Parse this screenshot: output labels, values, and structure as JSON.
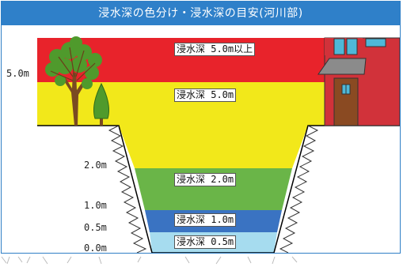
{
  "title": "浸水深の色分け・浸水深の目安(河川部)",
  "colors": {
    "title_bg": "#2f80c9",
    "over_5m": "#e8232b",
    "to_5m": "#f2e81a",
    "to_2m": "#6ab548",
    "to_1m": "#3a73c2",
    "to_0_5m": "#a6dcef"
  },
  "bands": [
    {
      "label": "浸水深 5.0m以上",
      "color": "#e8232b"
    },
    {
      "label": "浸水深 5.0m",
      "color": "#f2e81a"
    },
    {
      "label": "浸水深 2.0m",
      "color": "#6ab548"
    },
    {
      "label": "浸水深 1.0m",
      "color": "#3a73c2"
    },
    {
      "label": "浸水深 0.5m",
      "color": "#a6dcef"
    }
  ],
  "depth_labels": [
    "5.0m",
    "2.0m",
    "1.0m",
    "0.5m",
    "0.0m"
  ],
  "icons": [
    "tree-icon",
    "conifer-icon",
    "house-icon"
  ]
}
